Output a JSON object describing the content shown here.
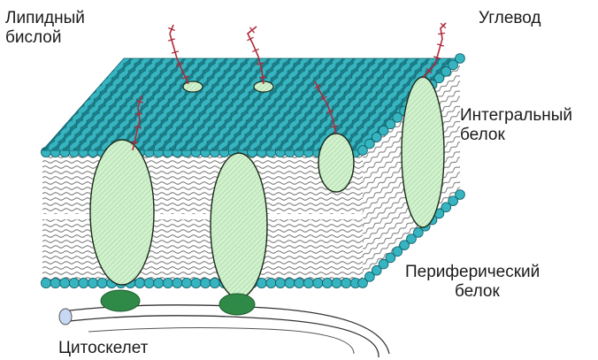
{
  "labels": {
    "lipid_bilayer": [
      "Липидный",
      "бислой"
    ],
    "carbohydrate": "Углевод",
    "integral_protein": [
      "Интегральный",
      "белок"
    ],
    "peripheral_protein": [
      "Периферический",
      "белок"
    ],
    "cytoskeleton": "Цитоскелет"
  },
  "colors": {
    "lipid_head": "#36b4c0",
    "lipid_head_stroke": "#0e5d66",
    "protein_fill": "#d2f2cf",
    "protein_stroke": "#1a2a1a",
    "peripheral_protein": "#2f8a48",
    "carbohydrate_chain": "#b02a3a",
    "tail_line": "#6c6c6c"
  }
}
